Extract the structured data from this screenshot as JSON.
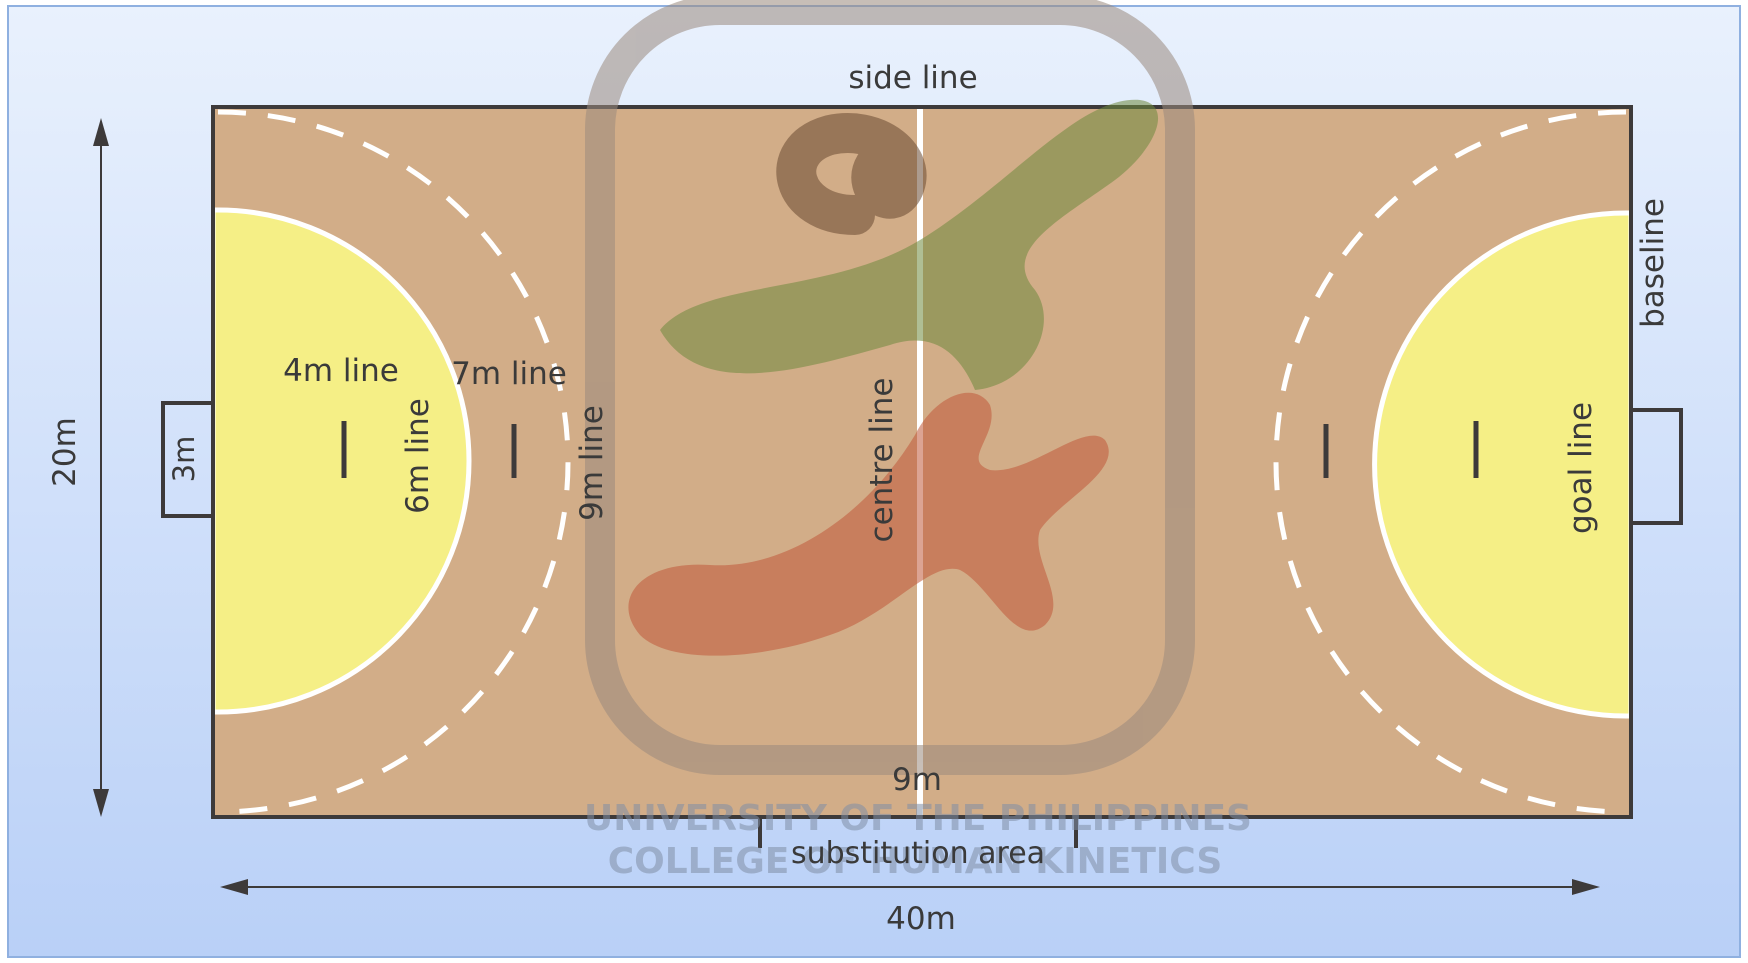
{
  "labels": {
    "side_line": "side line",
    "baseline": "baseline",
    "goal_line": "goal line",
    "centre_line": "centre line",
    "four_m_line": "4m line",
    "six_m_line": "6m line",
    "seven_m_line": "7m line",
    "nine_m_line": "9m  line",
    "nine_m": "9m",
    "substitution_area": "substitution area",
    "width_20m": "20m",
    "length_40m": "40m",
    "goal_3m": "3m"
  },
  "watermark": {
    "line1": "UNIVERSITY OF THE PHILIPPINES",
    "line2": "COLLEGE OF HUMAN KINETICS"
  },
  "colors": {
    "background_top": "#e8f0fd",
    "background_bottom": "#b8cff6",
    "court": "#d2ad88",
    "goal_area": "#f5ef86",
    "court_border": "#3d3a3a",
    "court_lines": "#ffffff",
    "logo_green": "#8f9a52",
    "logo_brown": "#8a6a4a",
    "logo_orange": "#c8734a"
  }
}
